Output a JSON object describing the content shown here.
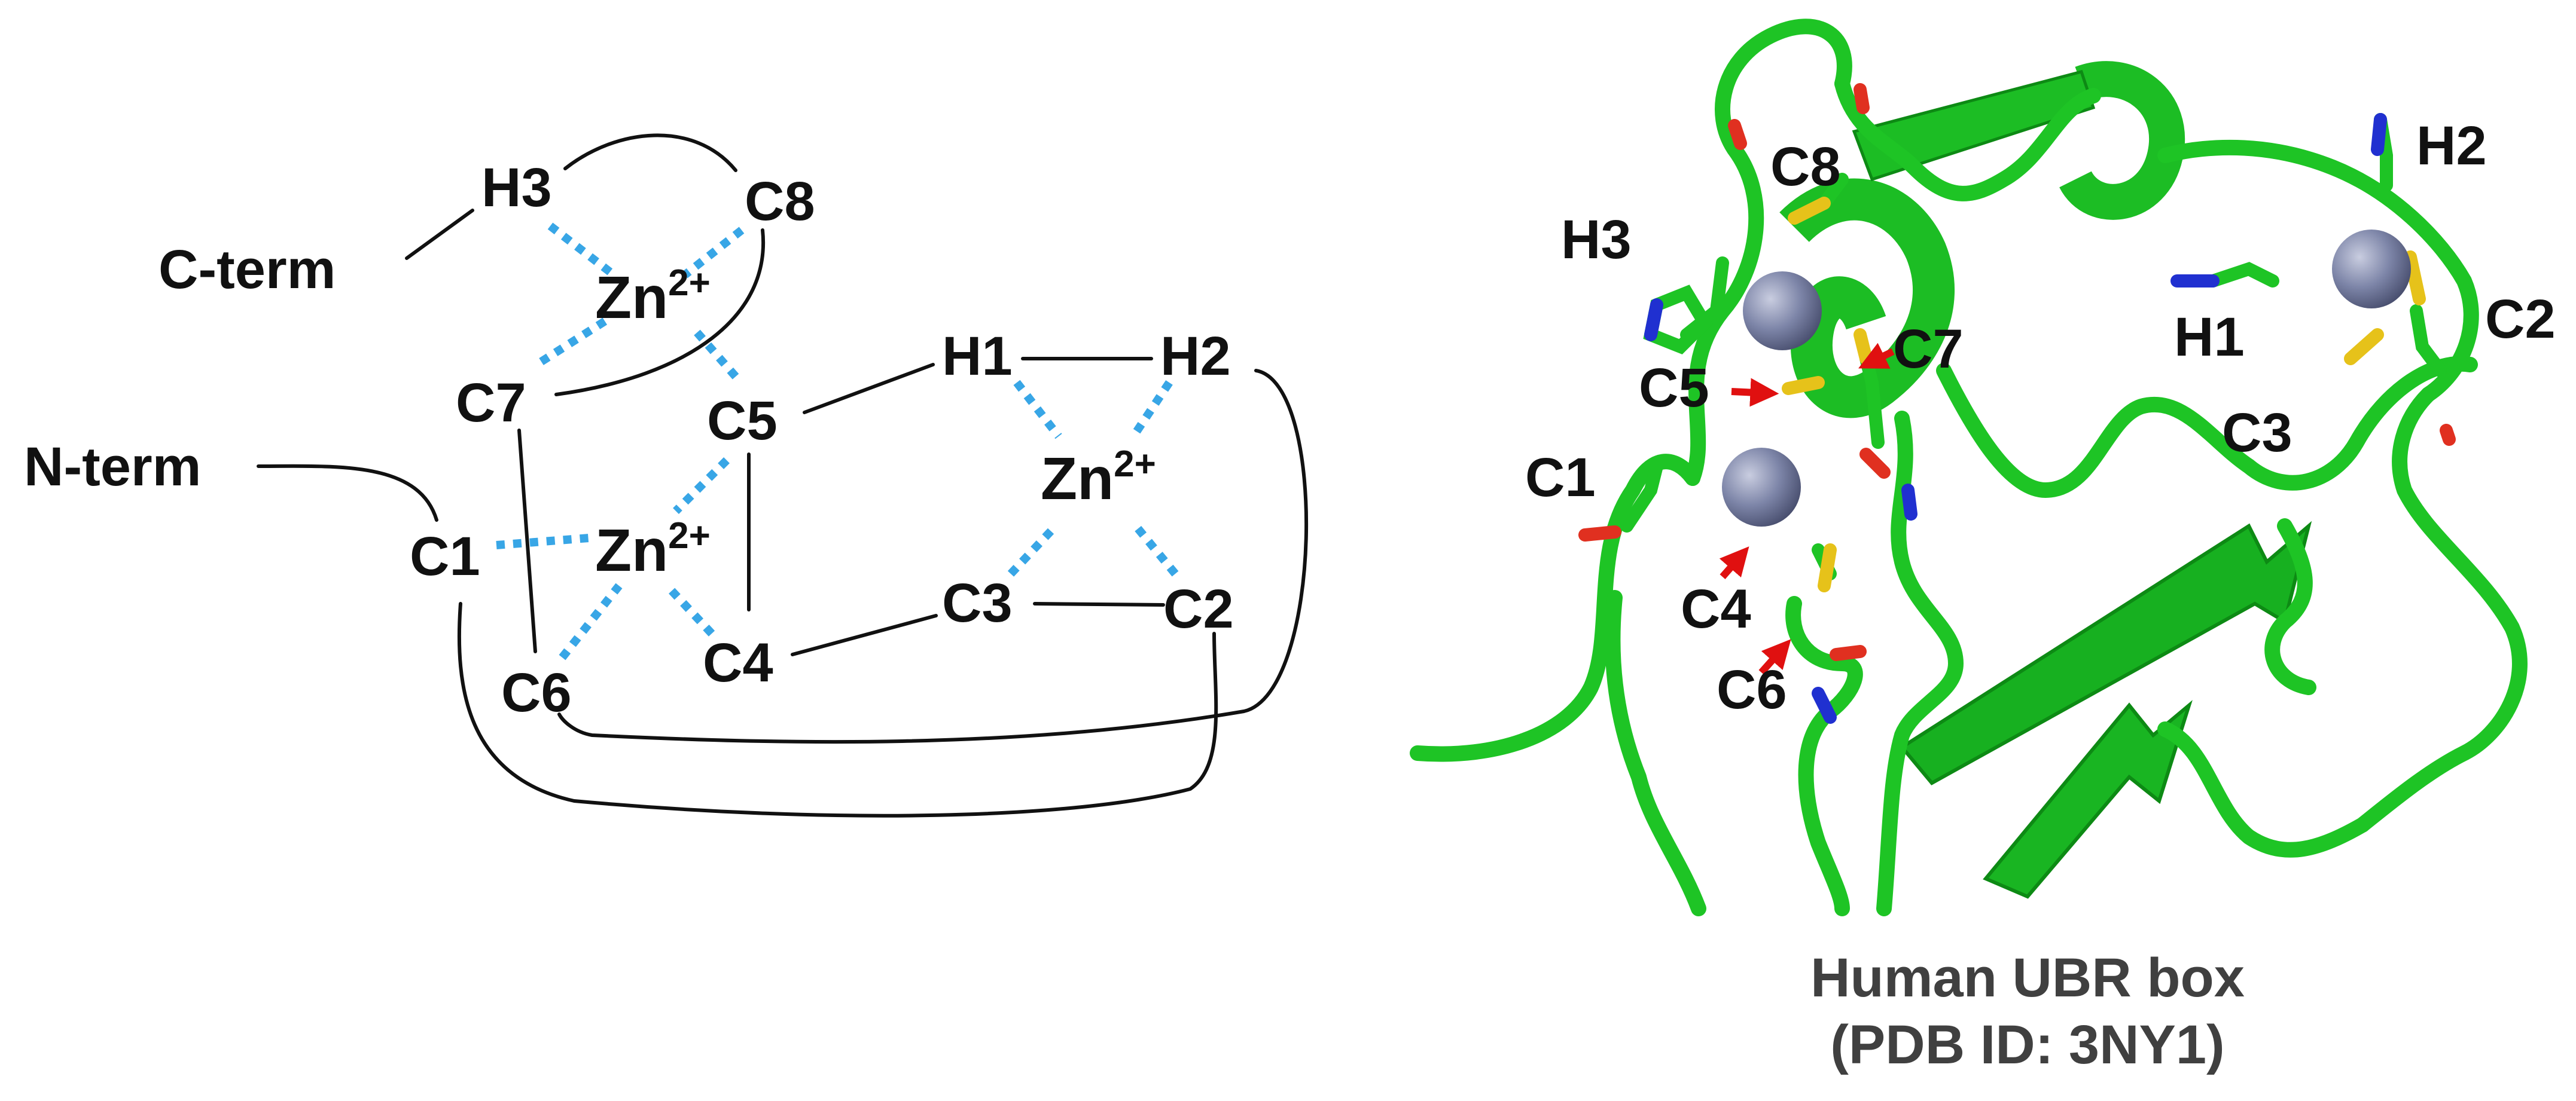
{
  "schematic": {
    "termini": {
      "c_term": "C-term",
      "n_term": "N-term"
    },
    "residues": [
      "H3",
      "C8",
      "C7",
      "C5",
      "H1",
      "H2",
      "C1",
      "C6",
      "C4",
      "C3",
      "C2"
    ],
    "zinc": {
      "base": "Zn",
      "charge": "2+"
    }
  },
  "structure": {
    "residues": [
      "C8",
      "H3",
      "H2",
      "C7",
      "H1",
      "C2",
      "C5",
      "C3",
      "C1",
      "C4",
      "C6"
    ],
    "caption_line1": "Human UBR box",
    "caption_line2": "(PDB ID: 3NY1)",
    "colors": {
      "ribbon": "#22c227",
      "ribbon_dark": "#0d8a14",
      "zinc": "#7d85a8",
      "sulfur": "#e6c21a",
      "nitrogen": "#2030d0",
      "oxygen": "#e03020",
      "arrow": "#e01010"
    }
  }
}
